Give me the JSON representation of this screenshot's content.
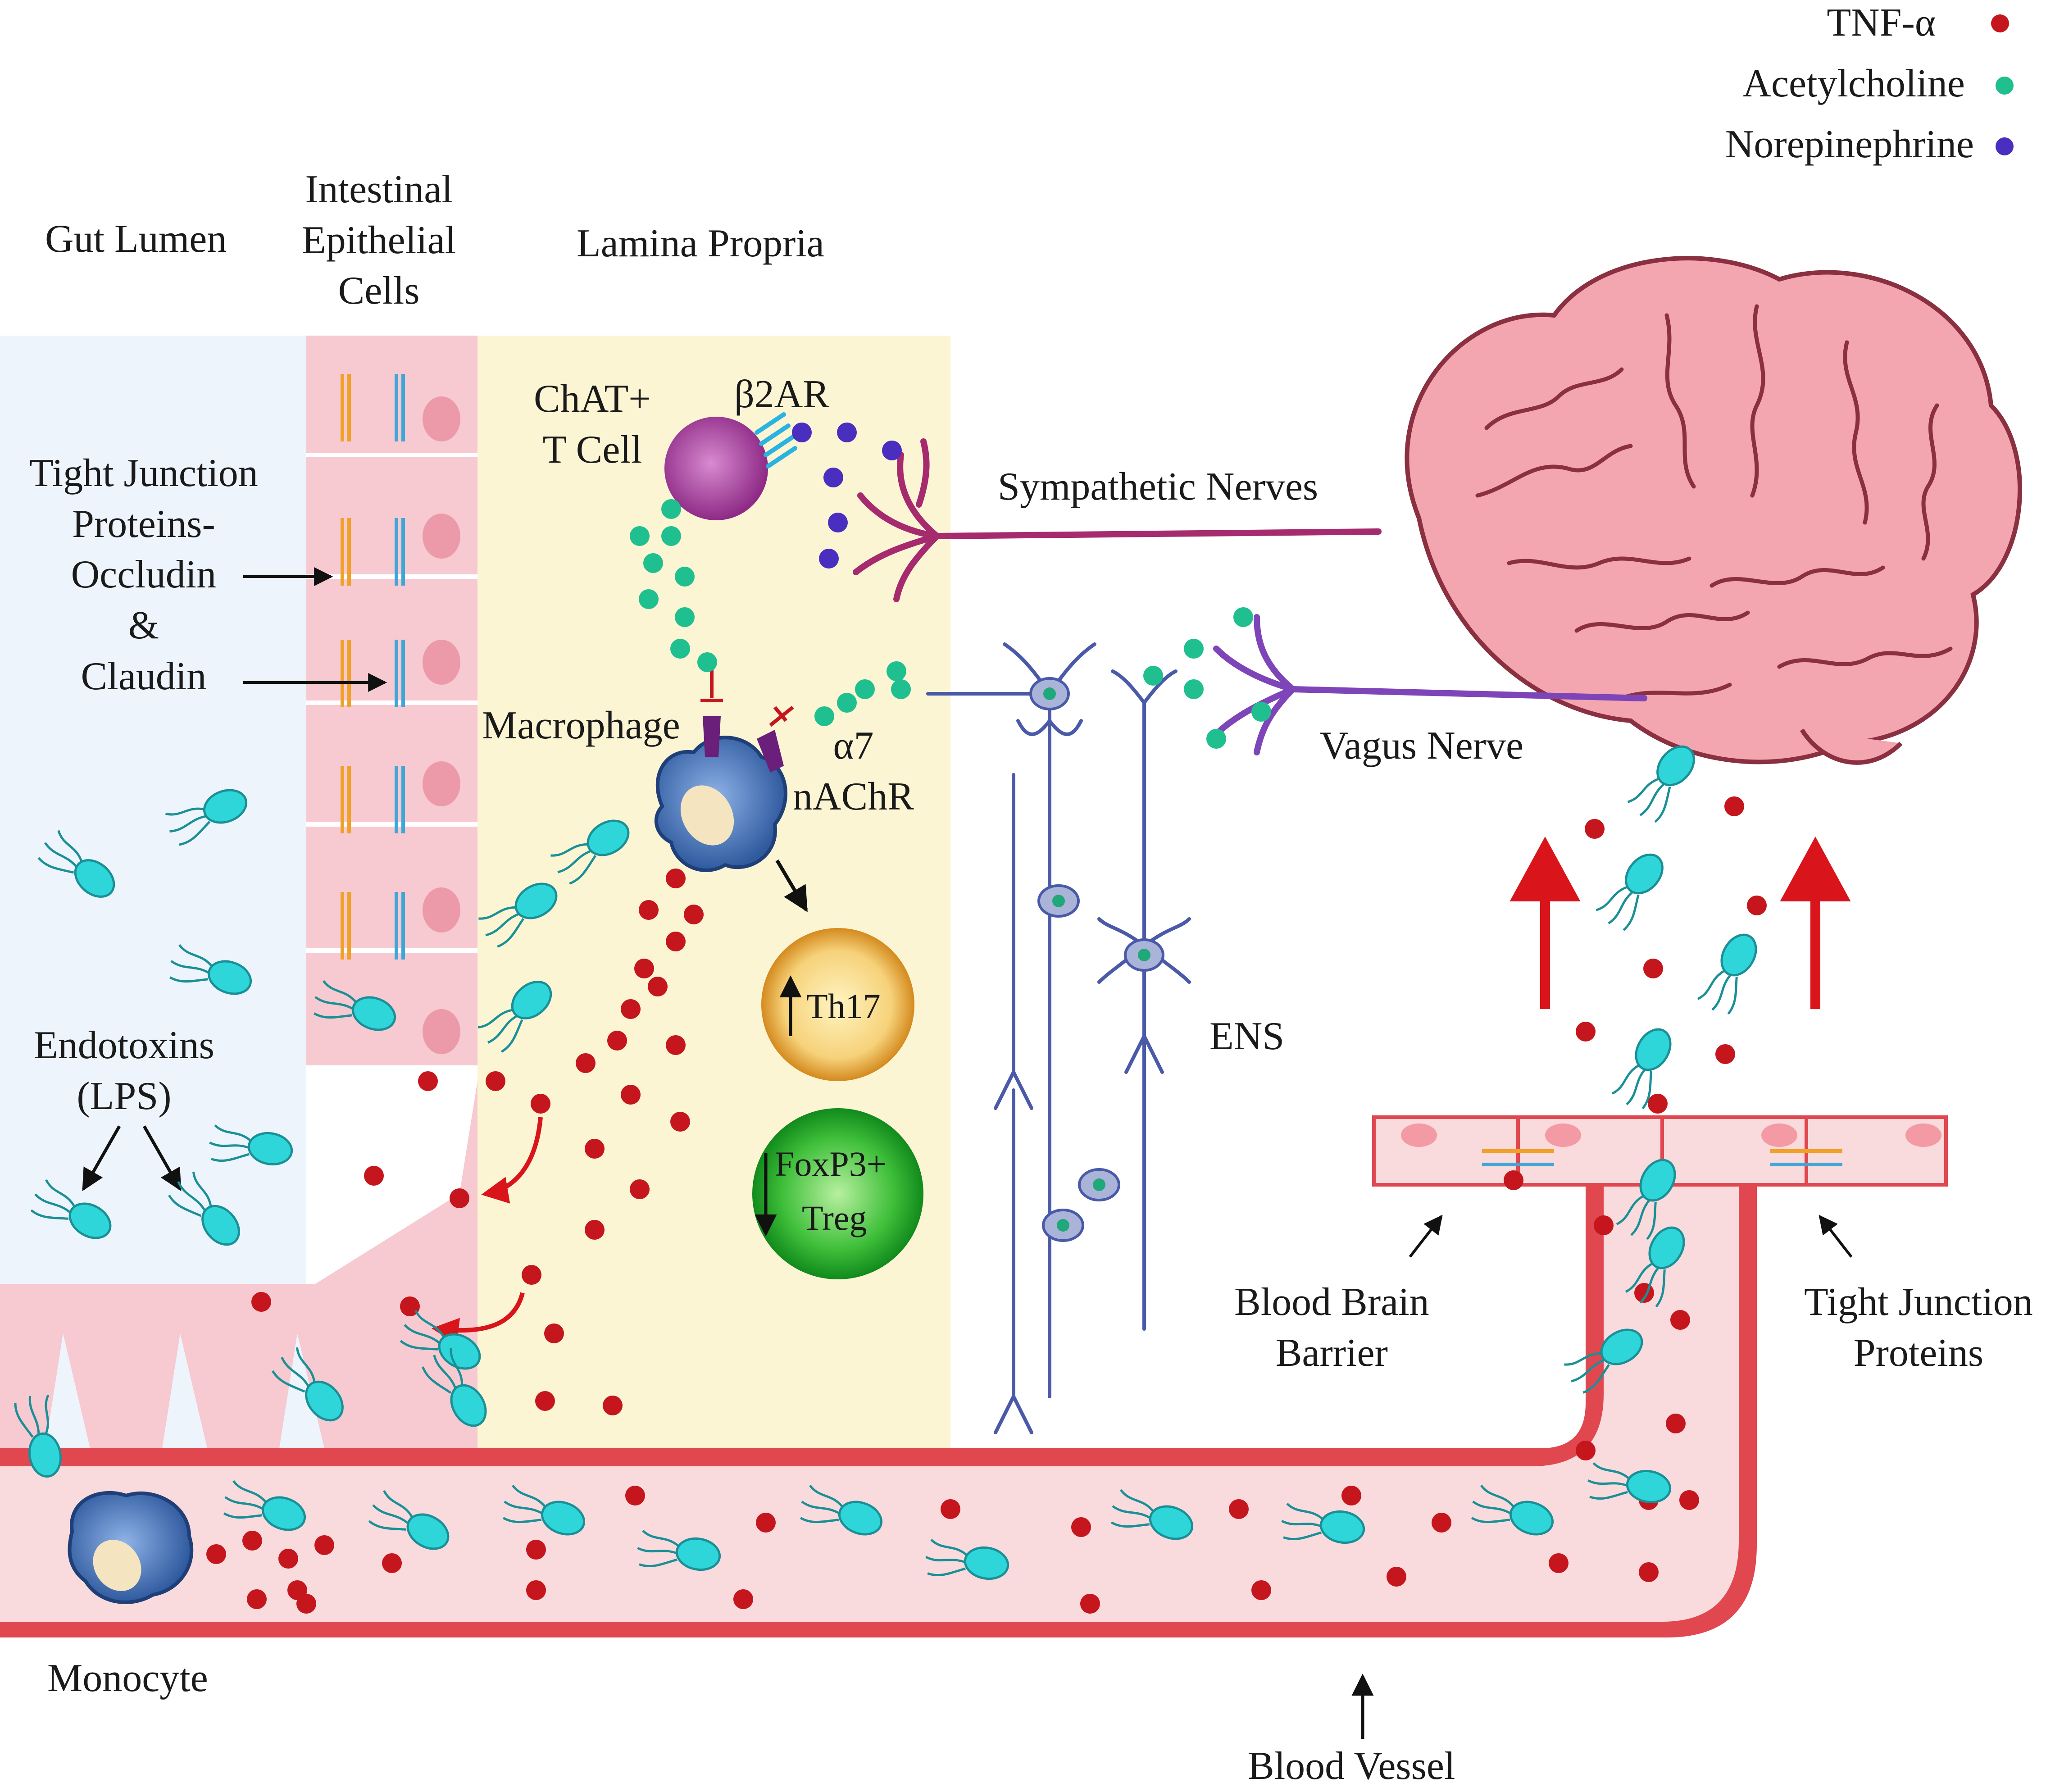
{
  "legend": [
    {
      "label": "TNF-α",
      "color": "#c4161c"
    },
    {
      "label": "Acetylcholine",
      "color": "#1fbf8f"
    },
    {
      "label": "Norepinephrine",
      "color": "#4a2ec0"
    }
  ],
  "regions": {
    "gut_lumen": "Gut Lumen",
    "epithelial_line1": "Intestinal",
    "epithelial_line2": "Epithelial",
    "epithelial_line3": "Cells",
    "lamina_propria": "Lamina Propria"
  },
  "labels": {
    "tj_line1": "Tight Junction",
    "tj_line2": "Proteins-",
    "tj_line3": "Occludin",
    "tj_line4": "&",
    "tj_line5": "Claudin",
    "chat_line1": "ChAT+",
    "chat_line2": "T Cell",
    "b2ar": "β2AR",
    "sympathetic": "Sympathetic Nerves",
    "macrophage": "Macrophage",
    "a7_line1": "α7",
    "a7_line2": "nAChR",
    "th17": "Th17",
    "treg_line1": "FoxP3+",
    "treg_line2": "Treg",
    "vagus": "Vagus Nerve",
    "ens": "ENS",
    "endo_line1": "Endotoxins",
    "endo_line2": "(LPS)",
    "bbb_line1": "Blood Brain",
    "bbb_line2": "Barrier",
    "tjp2_line1": "Tight Junction",
    "tjp2_line2": "Proteins",
    "monocyte": "Monocyte",
    "vessel": "Blood Vessel"
  },
  "colors": {
    "lumen": "#eef4fb",
    "lamina": "#fbf5d4",
    "epithelium": "#f7c9d0",
    "vessel_fill": "#f9dadd",
    "vessel_wall": "#e0474f",
    "brain": "#f3a5b0",
    "bacteria": "#2fd6d9",
    "occludin": "#f0a12a",
    "claudin": "#3ea7d6"
  }
}
